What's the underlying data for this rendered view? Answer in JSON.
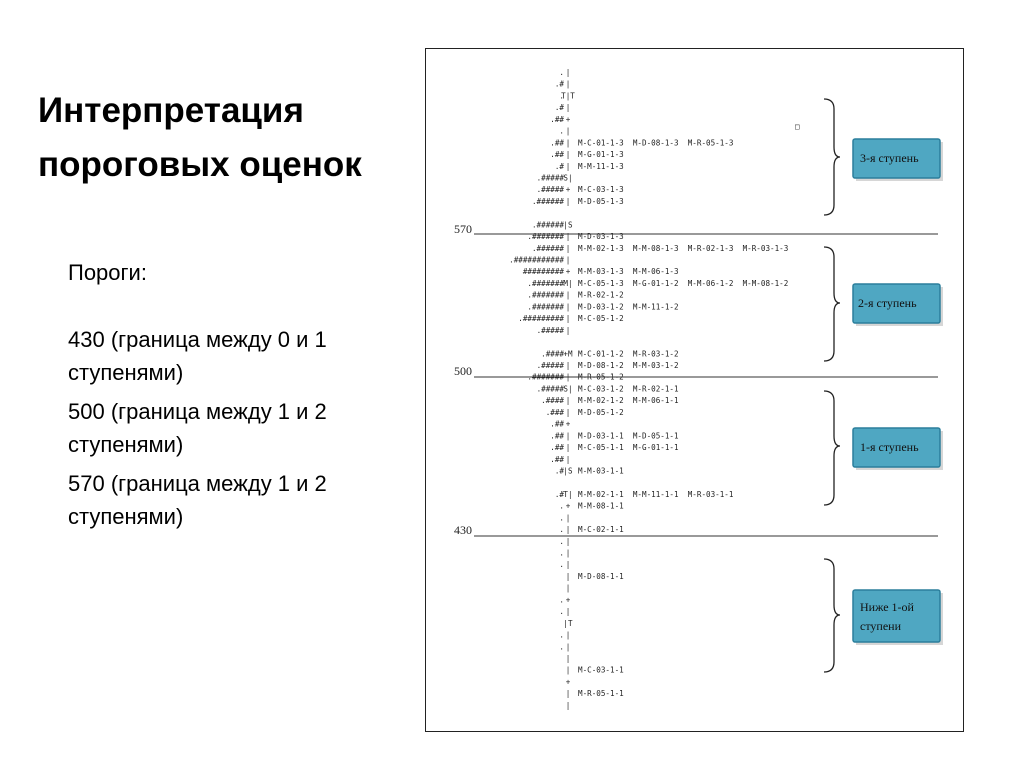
{
  "slide": {
    "title_lines": [
      "Интерпретация",
      "пороговых оценок"
    ],
    "thresholds_heading": "Пороги:",
    "items": [
      {
        "line1": "430 (граница между 0 и 1",
        "line2": "ступенями)"
      },
      {
        "line1": "500 (граница между 1 и 2",
        "line2": "ступенями)"
      },
      {
        "line1": "570 (граница между 1 и 2",
        "line2": "ступенями)"
      }
    ]
  },
  "figure": {
    "cut_labels": {
      "c570": "570",
      "c500": "500",
      "c430": "430"
    },
    "stages": {
      "s3": {
        "label": "3-я ступень"
      },
      "s2": {
        "label": "2-я ступень"
      },
      "s1": {
        "label": "1-я ступень"
      },
      "s0": {
        "line1": "Ниже 1-ой",
        "line2": "ступени"
      }
    },
    "small_marker": "□",
    "colors": {
      "badge_fill": "#4fa7c2",
      "badge_border": "#2c7f9c",
      "rule": "#333333"
    },
    "rows": [
      {
        "left": ".",
        "mid": "|",
        "items": ""
      },
      {
        "left": ".#",
        "mid": "|",
        "items": ""
      },
      {
        "left": ".",
        "mid": "T|T",
        "items": ""
      },
      {
        "left": ".#",
        "mid": "|",
        "items": ""
      },
      {
        "left": ".##",
        "mid": "+",
        "items": ""
      },
      {
        "left": ".",
        "mid": "|",
        "items": ""
      },
      {
        "left": ".##",
        "mid": "|",
        "items": "M-C-01-1-3  M-D-08-1-3  M-R-05-1-3"
      },
      {
        "left": ".##",
        "mid": "|",
        "items": "M-G-01-1-3"
      },
      {
        "left": ".#",
        "mid": "|",
        "items": "M-M-11-1-3"
      },
      {
        "left": ".#####",
        "mid": "S|",
        "items": ""
      },
      {
        "left": ".#####",
        "mid": "+",
        "items": "M-C-03-1-3"
      },
      {
        "left": ".######",
        "mid": "|",
        "items": "M-D-05-1-3"
      },
      {
        "left": "",
        "mid": "",
        "items": ""
      },
      {
        "left": ".######",
        "mid": "|S",
        "items": ""
      },
      {
        "left": ".#######",
        "mid": "|",
        "items": "M-D-03-1-3"
      },
      {
        "left": ".######",
        "mid": "|",
        "items": "M-M-02-1-3  M-M-08-1-3  M-R-02-1-3  M-R-03-1-3"
      },
      {
        "left": ".###########",
        "mid": "|",
        "items": ""
      },
      {
        "left": "#########",
        "mid": "+",
        "items": "M-M-03-1-3  M-M-06-1-3"
      },
      {
        "left": ".#######",
        "mid": "M|",
        "items": "M-C-05-1-3  M-G-01-1-2  M-M-06-1-2  M-M-08-1-2"
      },
      {
        "left": ".#######",
        "mid": "|",
        "items": "M-R-02-1-2"
      },
      {
        "left": ".#######",
        "mid": "|",
        "items": "M-D-03-1-2  M-M-11-1-2"
      },
      {
        "left": ".#########",
        "mid": "|",
        "items": "M-C-05-1-2"
      },
      {
        "left": ".#####",
        "mid": "|",
        "items": ""
      },
      {
        "left": "",
        "mid": "",
        "items": ""
      },
      {
        "left": ".####",
        "mid": "+M",
        "items": "M-C-01-1-2  M-R-03-1-2"
      },
      {
        "left": ".#####",
        "mid": "|",
        "items": "M-D-08-1-2  M-M-03-1-2"
      },
      {
        "left": ".#######",
        "mid": "|",
        "items": "M-R-05-1-2"
      },
      {
        "left": ".#####",
        "mid": "S|",
        "items": "M-C-03-1-2  M-R-02-1-1"
      },
      {
        "left": ".####",
        "mid": "|",
        "items": "M-M-02-1-2  M-M-06-1-1"
      },
      {
        "left": ".###",
        "mid": "|",
        "items": "M-D-05-1-2"
      },
      {
        "left": ".##",
        "mid": "+",
        "items": ""
      },
      {
        "left": ".##",
        "mid": "|",
        "items": "M-D-03-1-1  M-D-05-1-1"
      },
      {
        "left": ".##",
        "mid": "|",
        "items": "M-C-05-1-1  M-G-01-1-1"
      },
      {
        "left": ".##",
        "mid": "|",
        "items": ""
      },
      {
        "left": ".#",
        "mid": "|S",
        "items": "M-M-03-1-1"
      },
      {
        "left": "",
        "mid": "",
        "items": ""
      },
      {
        "left": ".#",
        "mid": "T|",
        "items": "M-M-02-1-1  M-M-11-1-1  M-R-03-1-1"
      },
      {
        "left": ".",
        "mid": "+",
        "items": "M-M-08-1-1"
      },
      {
        "left": ".",
        "mid": "|",
        "items": ""
      },
      {
        "left": ".",
        "mid": "|",
        "items": "M-C-02-1-1"
      },
      {
        "left": ".",
        "mid": "|",
        "items": ""
      },
      {
        "left": ".",
        "mid": "|",
        "items": ""
      },
      {
        "left": ".",
        "mid": "|",
        "items": ""
      },
      {
        "left": "",
        "mid": "|",
        "items": "M-D-08-1-1"
      },
      {
        "left": "",
        "mid": "|",
        "items": ""
      },
      {
        "left": ".",
        "mid": "+",
        "items": ""
      },
      {
        "left": ".",
        "mid": "|",
        "items": ""
      },
      {
        "left": "",
        "mid": "|T",
        "items": ""
      },
      {
        "left": ".",
        "mid": "|",
        "items": ""
      },
      {
        "left": ".",
        "mid": "|",
        "items": ""
      },
      {
        "left": "",
        "mid": "|",
        "items": ""
      },
      {
        "left": "",
        "mid": "|",
        "items": "M-C-03-1-1"
      },
      {
        "left": "",
        "mid": "+",
        "items": ""
      },
      {
        "left": "",
        "mid": "|",
        "items": "M-R-05-1-1"
      },
      {
        "left": "",
        "mid": "|",
        "items": ""
      }
    ]
  }
}
